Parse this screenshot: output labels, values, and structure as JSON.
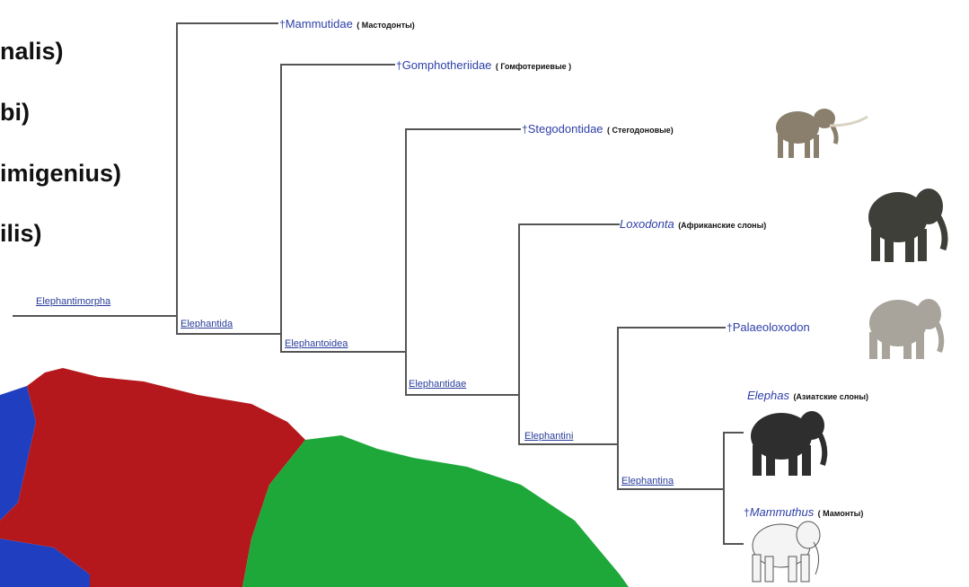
{
  "left_list": [
    "nalis)",
    "bi)",
    "imigenius)",
    "ilis)"
  ],
  "nodes": {
    "elephantimorpha": "Elephantimorpha",
    "elephantida": "Elephantida",
    "elephantoidea": "Elephantoidea",
    "elephantidae": "Elephantidae",
    "elephantini": "Elephantini",
    "elephantina": "Elephantina"
  },
  "tips": {
    "dagger": "†",
    "mammutidae": {
      "name": "Mammutidae",
      "ru": "( Мастодонты)"
    },
    "gomphotheriidae": {
      "name": "Gomphotheriidae",
      "ru": "( Гомфотериевые )"
    },
    "stegodontidae": {
      "name": "Stegodontidae",
      "ru": "( Стегодоновые)"
    },
    "loxodonta": {
      "name": "Loxodonta",
      "ru": "(Африканские слоны)"
    },
    "palaeoloxodon": {
      "name": "Palaeoloxodon"
    },
    "elephas": {
      "name": "Elephas",
      "ru": "(Азиатские слоны)"
    },
    "mammuthus": {
      "name": "Mammuthus",
      "ru": "( Мамонты)"
    }
  },
  "colors": {
    "branch": "#555555",
    "label": "#2a3d9a",
    "map_red": "#b5181c",
    "map_green": "#1fa83a",
    "map_blue": "#1f3fc0"
  },
  "icons": [
    "stegodon-icon",
    "african-elephant-icon",
    "palaeoloxodon-icon",
    "asian-elephant-icon",
    "mammoth-icon"
  ]
}
